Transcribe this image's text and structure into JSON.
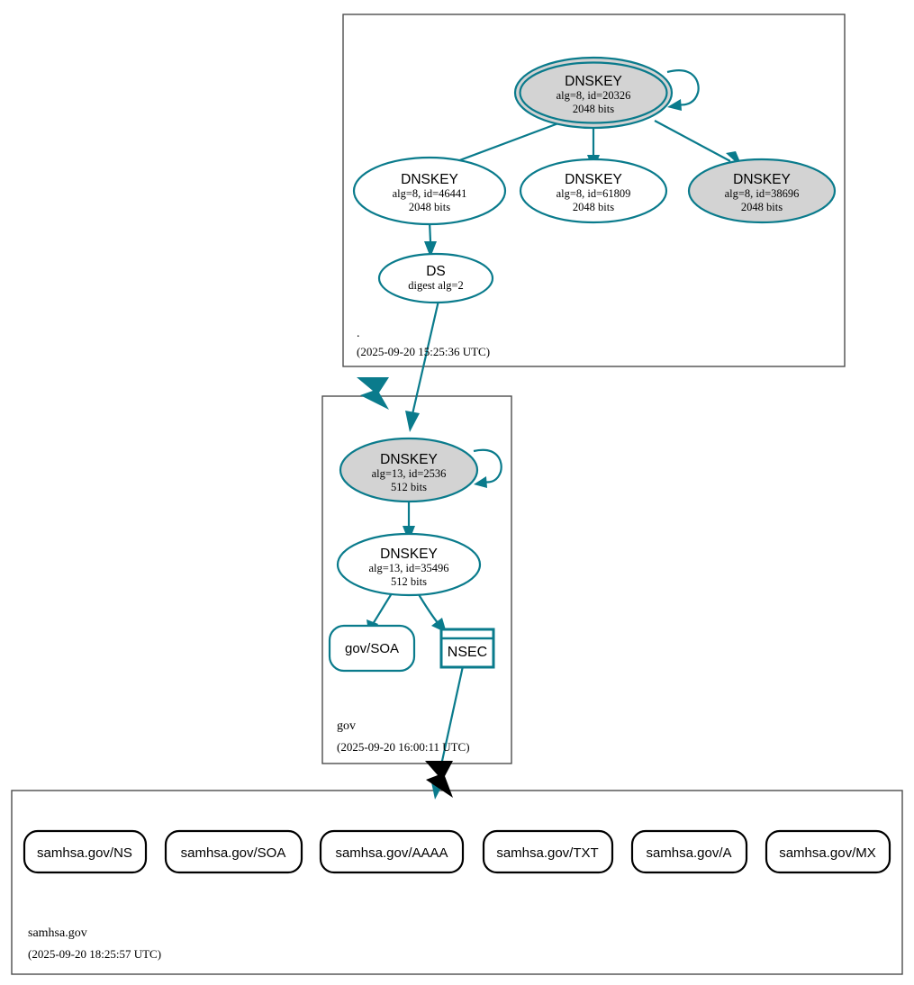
{
  "diagram": {
    "type": "dnssec-authentication-chain",
    "colors": {
      "signed_accent": "#0a7b8c",
      "secure_fill": "#d3d3d3",
      "insecure_fill": "#ffffff",
      "zone_border": "#4d4d4d",
      "unsigned_delegation": "#000000"
    }
  },
  "zones": {
    "root": {
      "label": ".",
      "timestamp": "(2025-09-20 15:25:36 UTC)",
      "nodes": {
        "ksk": {
          "type": "DNSKEY",
          "title": "DNSKEY",
          "params": "alg=8, id=20326",
          "size": "2048 bits",
          "alg": 8,
          "id": 20326,
          "bits": 2048,
          "fill": "gray",
          "peripheries": 2
        },
        "zsk_46441": {
          "type": "DNSKEY",
          "title": "DNSKEY",
          "params": "alg=8, id=46441",
          "size": "2048 bits",
          "alg": 8,
          "id": 46441,
          "bits": 2048,
          "fill": "white",
          "peripheries": 1
        },
        "zsk_61809": {
          "type": "DNSKEY",
          "title": "DNSKEY",
          "params": "alg=8, id=61809",
          "size": "2048 bits",
          "alg": 8,
          "id": 61809,
          "bits": 2048,
          "fill": "white",
          "peripheries": 1
        },
        "zsk_38696": {
          "type": "DNSKEY",
          "title": "DNSKEY",
          "params": "alg=8, id=38696",
          "size": "2048 bits",
          "alg": 8,
          "id": 38696,
          "bits": 2048,
          "fill": "gray",
          "peripheries": 1
        },
        "ds": {
          "type": "DS",
          "title": "DS",
          "params": "digest alg=2",
          "digest_alg": 2,
          "fill": "white"
        }
      }
    },
    "gov": {
      "label": "gov",
      "timestamp": "(2025-09-20 16:00:11 UTC)",
      "nodes": {
        "ksk": {
          "type": "DNSKEY",
          "title": "DNSKEY",
          "params": "alg=13, id=2536",
          "size": "512 bits",
          "alg": 13,
          "id": 2536,
          "bits": 512,
          "fill": "gray"
        },
        "zsk": {
          "type": "DNSKEY",
          "title": "DNSKEY",
          "params": "alg=13, id=35496",
          "size": "512 bits",
          "alg": 13,
          "id": 35496,
          "bits": 512,
          "fill": "white"
        },
        "soa": {
          "type": "RRset",
          "label": "gov/SOA"
        },
        "nsec": {
          "type": "NSEC",
          "label": "NSEC"
        }
      }
    },
    "samhsa": {
      "label": "samhsa.gov",
      "timestamp": "(2025-09-20 18:25:57 UTC)",
      "rrsets": [
        {
          "label": "samhsa.gov/NS"
        },
        {
          "label": "samhsa.gov/SOA"
        },
        {
          "label": "samhsa.gov/AAAA"
        },
        {
          "label": "samhsa.gov/TXT"
        },
        {
          "label": "samhsa.gov/A"
        },
        {
          "label": "samhsa.gov/MX"
        }
      ]
    }
  }
}
